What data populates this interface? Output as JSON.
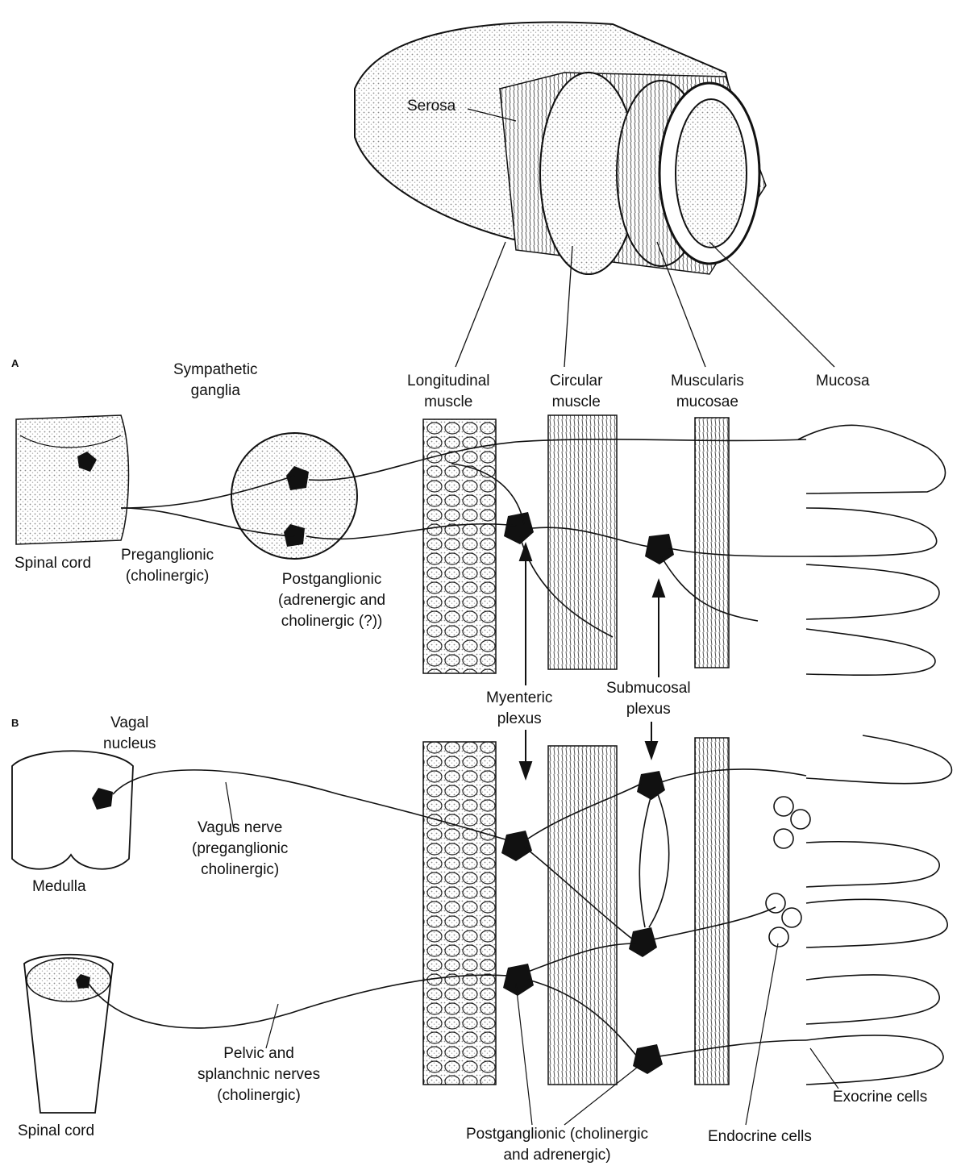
{
  "panels": {
    "a": "A",
    "b": "B"
  },
  "labels": {
    "serosa": "Serosa",
    "sympathetic_ganglia": [
      "Sympathetic",
      "ganglia"
    ],
    "longitudinal_muscle": [
      "Longitudinal",
      "muscle"
    ],
    "circular_muscle": [
      "Circular",
      "muscle"
    ],
    "muscularis_mucosae": [
      "Muscularis",
      "mucosae"
    ],
    "mucosa": "Mucosa",
    "spinal_cord_a": "Spinal cord",
    "preganglionic": [
      "Preganglionic",
      "(cholinergic)"
    ],
    "postganglionic_a": [
      "Postganglionic",
      "(adrenergic and",
      "cholinergic (?))"
    ],
    "myenteric_plexus": [
      "Myenteric",
      "plexus"
    ],
    "submucosal_plexus": [
      "Submucosal",
      "plexus"
    ],
    "vagal_nucleus": [
      "Vagal",
      "nucleus"
    ],
    "medulla": "Medulla",
    "vagus_nerve": [
      "Vagus nerve",
      "(preganglionic",
      "cholinergic)"
    ],
    "pelvic_nerves": [
      "Pelvic and",
      "splanchnic nerves",
      "(cholinergic)"
    ],
    "spinal_cord_b": "Spinal cord",
    "postganglionic_b": [
      "Postganglionic (cholinergic",
      "and adrenergic)"
    ],
    "endocrine_cells": "Endocrine cells",
    "exocrine_cells": "Exocrine cells"
  },
  "colors": {
    "ink": "#111111",
    "stipple": "#9a9a9a",
    "fill": "#ffffff"
  }
}
